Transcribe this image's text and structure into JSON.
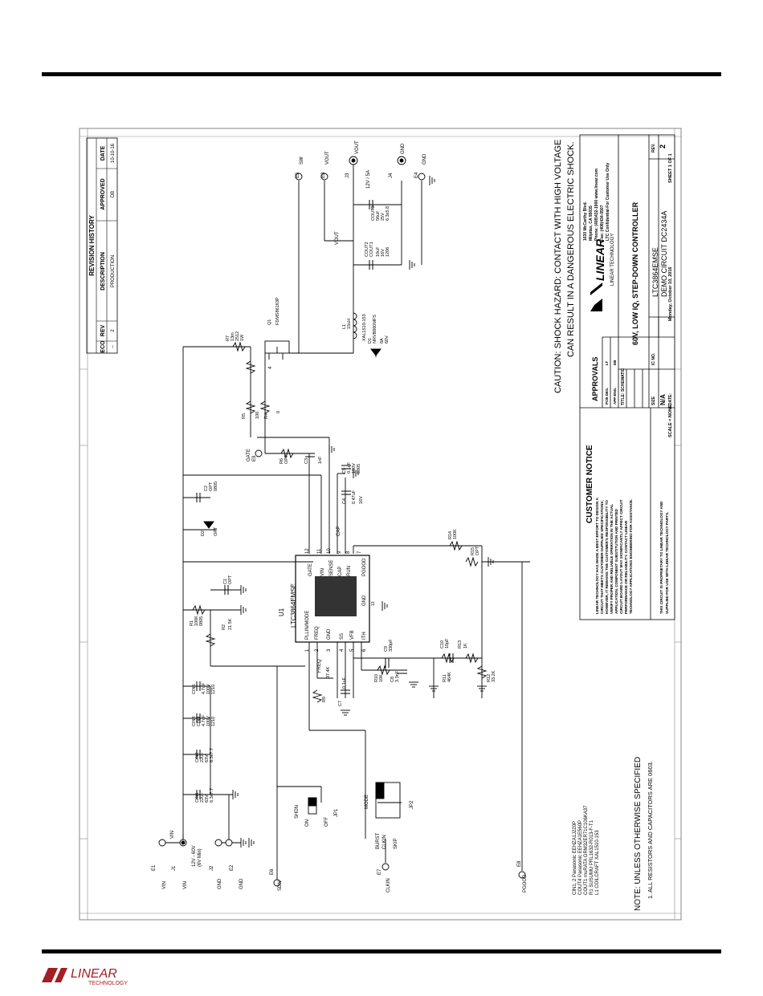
{
  "revision_history": {
    "heading": "REVISION HISTORY",
    "columns": [
      "ECO",
      "REV",
      "DESCRIPTION",
      "APPROVED",
      "DATE"
    ],
    "rows": [
      [
        "--",
        "2",
        "PRODUCTION",
        "DB",
        "10-10-16"
      ]
    ]
  },
  "caution": {
    "line1": "CAUTION: SHOCK HAZARD: CONTACT WITH HIGH VOLTAGE",
    "line2": "CAN RESULT IN A DANGEROUS ELECTRIC SHOCK."
  },
  "customer_notice": {
    "title": "CUSTOMER NOTICE",
    "body": [
      "LINEAR TECHNOLOGY HAS MADE A BEST EFFORT TO DESIGN A",
      "CIRCUIT THAT MEETS CUSTOMER-SUPPLIED SPECIFICATIONS;",
      "HOWEVER, IT REMAINS THE CUSTOMER'S RESPONSIBILITY TO",
      "VERIFY PROPER AND RELIABLE OPERATION IN THE ACTUAL",
      "APPLICATION. COMPONENT SUBSTITUTION AND PRINTED",
      "CIRCUIT BOARD LAYOUT MAY SIGNIFICANTLY AFFECT CIRCUIT",
      "PERFORMANCE OR RELIABILITY. CONTACT LINEAR",
      "TECHNOLOGY APPLICATIONS ENGINEERING FOR ASSISTANCE."
    ],
    "proprietary": [
      "THIS CIRCUIT IS PROPRIETARY TO LINEAR TECHNOLOGY AND",
      "SUPPLIED FOR USE WITH LINEAR TECHNOLOGY PARTS."
    ]
  },
  "approvals": {
    "heading": "APPROVALS",
    "rows": [
      [
        "PCB DES.",
        "LT"
      ],
      [
        "APP ENG.",
        "DB"
      ]
    ]
  },
  "title_block": {
    "company": "LINEAR TECHNOLOGY",
    "address": [
      "1630 McCarthy Blvd.",
      "Milpitas, CA 95035",
      "Phone: (408)432-1900   www.linear.com",
      "Fax: (408)434-0507",
      "LTC Confidential-For Customer Use Only"
    ],
    "title_label": "TITLE: SCHEMATIC",
    "title_line1": "60V, LOW IQ, STEP-DOWN CONTROLLER",
    "size_label": "SIZE",
    "size_value": "N/A",
    "ic_label": "IC NO.",
    "ic_value": "LTC3864EMSE",
    "demo": "DEMO CIRCUIT DC2434A",
    "rev_label": "REV.",
    "rev_value": "2",
    "scale": "SCALE = NONE",
    "date_label": "DATE:",
    "date_value": "Monday, October 10, 2016",
    "sheet": "SHEET  1   OF  1"
  },
  "notes": {
    "heading": "NOTE: UNLESS OTHERWISE SPECIFIED",
    "item1": "1.  ALL RESISTORS AND CAPACITORS ARE 0603.",
    "parts": [
      "CIN1, 2 Panasonic EEHZA1J220P",
      "COUT4 Panasonic EEHZA1E560P",
      "COUT1 muRATA GRM32ER71C106KA37",
      "R1 SUSUMU PRL1632-R013-F-T1",
      "L1 COILCRAFT XAL1510-153"
    ]
  },
  "schematic": {
    "ic_ref": "U1",
    "ic_part": "LTC3864EMSE",
    "ic_pins_left": [
      [
        "1",
        "PLLIN/MODE"
      ],
      [
        "2",
        "FREQ"
      ],
      [
        "3",
        "GND"
      ],
      [
        "4",
        "SS"
      ],
      [
        "5",
        "VFB"
      ],
      [
        "6",
        "ITH"
      ]
    ],
    "ic_pins_right": [
      [
        "12",
        "GATE"
      ],
      [
        "11",
        "VIN"
      ],
      [
        "10",
        "SENSE"
      ],
      [
        "9",
        "CAP"
      ],
      [
        "8",
        "RUN"
      ],
      [
        "7",
        "PGOOD"
      ]
    ],
    "ic_gnd": "GND",
    "ic_gnd_pin": "13",
    "terminals": [
      [
        "E1",
        "VIN"
      ],
      [
        "J1",
        "VIN"
      ],
      [
        "J2",
        "GND"
      ],
      [
        "E2",
        "GND"
      ],
      [
        "E6",
        "SDN"
      ],
      [
        "E7",
        "CLKIN"
      ],
      [
        "E8",
        "PGOOD"
      ],
      [
        "E5",
        "SW"
      ],
      [
        "E3",
        "VOUT"
      ],
      [
        "J3",
        "VOUT"
      ],
      [
        "J4",
        "GND"
      ],
      [
        "E4",
        "GND"
      ],
      [
        "E9",
        "GATE"
      ]
    ],
    "input_range": [
      "12V - 60V",
      "(6V Min)"
    ],
    "output_rating": "12V / 5A",
    "components": {
      "cin1": [
        "CIN1",
        "22uF",
        "63V",
        "6.3x7.7"
      ],
      "cin2": [
        "CIN2",
        "22uF",
        "63V",
        "6.3x7.7"
      ],
      "cin3": [
        "CIN3",
        "CIN4",
        "4.7uF",
        "100V",
        "1210"
      ],
      "cin5": [
        "CIN5",
        "4.7uF",
        "100V",
        "1210"
      ],
      "r1": [
        "R1",
        "100K",
        "0805"
      ],
      "r2": [
        "R2",
        "21.5K"
      ],
      "c1": [
        "C1",
        "OPT"
      ],
      "c2": [
        "C2",
        "OPT",
        "0805"
      ],
      "d2": [
        "D2",
        "OPT"
      ],
      "r6": [
        "R6",
        "OPT"
      ],
      "c3": [
        "C3",
        "1nF"
      ],
      "c4": [
        "C4",
        "0.47uF",
        "16V"
      ],
      "c5": [
        "C5",
        "0.1uF",
        "100V",
        "0805"
      ],
      "r5": [
        "R5",
        "100"
      ],
      "r4": [
        "R4",
        "0"
      ],
      "r7": [
        "R7",
        "13m",
        "2512",
        "1W"
      ],
      "q1": [
        "Q1",
        "FDMS86163P"
      ],
      "d1": [
        "D1",
        "NRVB860MFS",
        "8A",
        "60V"
      ],
      "l1": [
        "L1",
        "15uH",
        "XAL1510-153"
      ],
      "cout2": [
        "COUT2",
        "COUT1",
        "10uF",
        "16V",
        "1206"
      ],
      "cout3": [
        "COUT3",
        "56uF",
        "25V",
        "6.3x5.8"
      ],
      "r9": [
        "R9",
        "37.4K"
      ],
      "c7": [
        "C7",
        "0.1uF"
      ],
      "r10": [
        "R10",
        "10K"
      ],
      "c8": [
        "C8",
        "3.3nF"
      ],
      "c9": [
        "C9",
        "330pF"
      ],
      "r11": [
        "R11",
        "464K"
      ],
      "c10": [
        "C10",
        "10pF"
      ],
      "r13": [
        "R13",
        "1K"
      ],
      "r12": [
        "R12",
        "33.2K"
      ],
      "r14": [
        "R14",
        "100K"
      ],
      "r15": [
        "R15",
        "OPT"
      ]
    },
    "net_labels": {
      "vin": "VIN",
      "vout": "VOUT",
      "freq": "FREQ",
      "cap": "CAP",
      "gate_pin": "4"
    },
    "jp1": [
      "SHDN",
      "ON",
      "OFF",
      "JP1"
    ],
    "jp2": [
      "MODE",
      "BURST",
      "CLKIN",
      "SKIP",
      "JP2"
    ]
  }
}
